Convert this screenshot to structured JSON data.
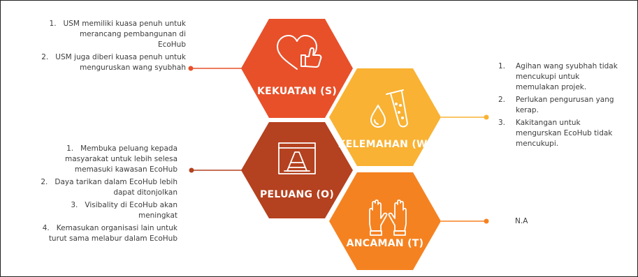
{
  "hexagons": {
    "s": {
      "label": "KEKUATAN (S)",
      "icon": "heart-thumbs-up-icon",
      "color": "#E8502A"
    },
    "w": {
      "label": "KELEMAHAN (W)",
      "icon": "flask-drop-icon",
      "color": "#F9B233"
    },
    "o": {
      "label": "PELUANG (O)",
      "icon": "cone-window-icon",
      "color": "#B4411F"
    },
    "t": {
      "label": "ANCAMAN (T)",
      "icon": "raised-hands-icon",
      "color": "#F58220"
    }
  },
  "strengths": [
    "1.   USM memiliki kuasa penuh untuk",
    "merancang pembangunan di",
    "EcoHub",
    "2.   USM juga diberi kuasa penuh untuk",
    "menguruskan wang syubhah"
  ],
  "weaknesses": {
    "items": [
      {
        "num": "1.",
        "lines": [
          "Agihan wang syubhah tidak",
          "mencukupi untuk",
          "memulakan projek."
        ]
      },
      {
        "num": "2.",
        "lines": [
          "Perlukan pengurusan yang",
          "kerap."
        ]
      },
      {
        "num": "3.",
        "lines": [
          "Kakitangan untuk",
          "mengurskan EcoHub tidak",
          "mencukupi."
        ]
      }
    ]
  },
  "opportunities": [
    "1.   Membuka peluang kepada",
    "masyarakat untuk lebih selesa",
    "memasuki kawasan EcoHub",
    "2.   Daya tarikan dalam EcoHub lebih",
    "dapat ditonjolkan",
    "3.   Visibality di EcoHub akan",
    "meningkat",
    "4.   Kemasukan organisasi lain untuk",
    "turut sama melabur dalam EcoHub"
  ],
  "threats": "N.A"
}
